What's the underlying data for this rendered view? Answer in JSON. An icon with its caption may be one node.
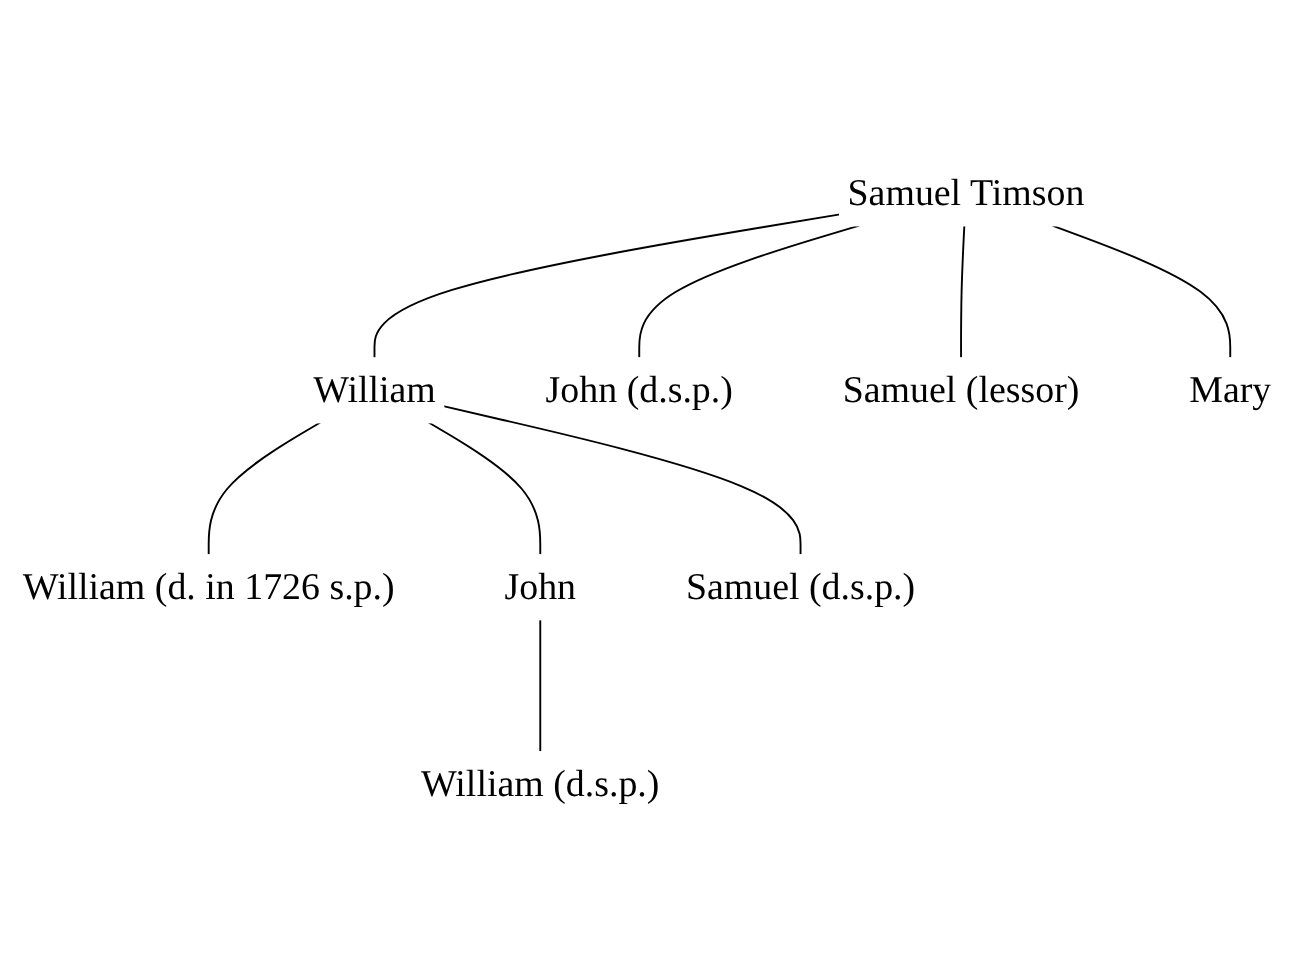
{
  "diagram": {
    "nodes": [
      {
        "text": [
          "Samuel Timson"
        ]
      },
      {
        "text": [
          "William"
        ]
      },
      {
        "text": [
          "John (d.s.p.)"
        ]
      },
      {
        "text": [
          "Samuel (lessor)"
        ]
      },
      {
        "text": [
          "Mary"
        ]
      },
      {
        "text": [
          "William (d. in 1726 s.p.)"
        ]
      },
      {
        "text": [
          "John"
        ]
      },
      {
        "text": [
          "Samuel (d.s.p.)"
        ]
      },
      {
        "text": [
          "William (d.s.p.)"
        ]
      }
    ],
    "edges": [
      {
        "from": 0,
        "to": 1,
        "arrow": "none"
      },
      {
        "from": 0,
        "to": 2,
        "arrow": "none"
      },
      {
        "from": 0,
        "to": 3,
        "arrow": "none"
      },
      {
        "from": 0,
        "to": 4,
        "arrow": "none"
      },
      {
        "from": 1,
        "to": 5,
        "arrow": "none"
      },
      {
        "from": 1,
        "to": 6,
        "arrow": "none"
      },
      {
        "from": 1,
        "to": 7,
        "arrow": "none"
      },
      {
        "from": 6,
        "to": 8,
        "arrow": "none"
      }
    ]
  }
}
